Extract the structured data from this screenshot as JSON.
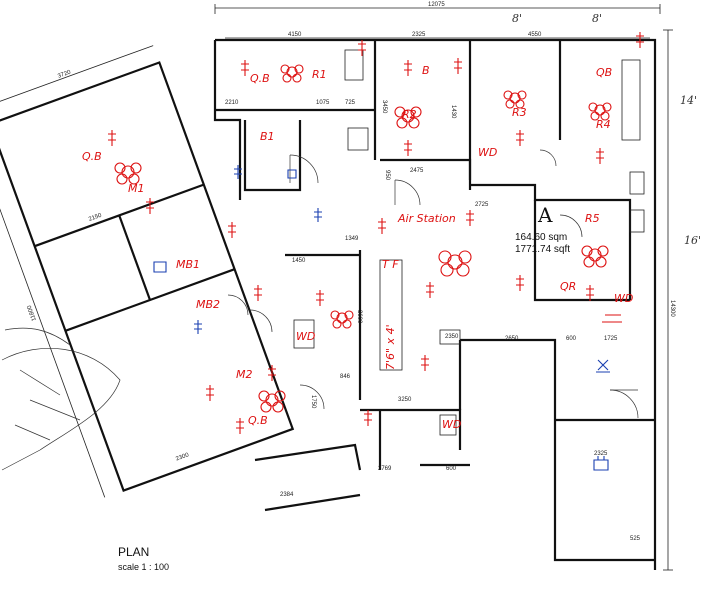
{
  "plan": {
    "title": "PLAN",
    "scale": "scale 1 : 100",
    "unit_id": "A",
    "area_sqm": "164.60 sqm",
    "area_sqft": "1771.74 sqft"
  },
  "dimensions": {
    "overall_width": "12075",
    "overall_height": "14300",
    "top_4150": "4150",
    "top_2325": "2325",
    "top_4550": "4550",
    "r1_2210": "2210",
    "r1_1075": "1075",
    "r1_725": "725",
    "r2_3450": "3450",
    "r2_1430": "1430",
    "b1_2475": "2475",
    "b1_950": "950",
    "m1_2725": "2725",
    "m1_2150": "2150",
    "mid_1349": "1349",
    "mid_1450": "1450",
    "mid_3600": "3600",
    "mid_2350": "2350",
    "mid_2650": "2650",
    "mid_3250": "3250",
    "bot_2769": "2769",
    "bot_2384": "2384",
    "bot_600": "600",
    "right_1725": "1725",
    "right_2325": "2325",
    "right_525": "525",
    "right_600": "600",
    "left_3720": "3720",
    "left_11800": "11800",
    "m2_2300": "2300",
    "m2_1750": "1750",
    "m2_846": "846"
  },
  "annotations": {
    "r1": "R1",
    "qb1": "Q.B",
    "b1": "B1",
    "r2": "R2",
    "b2": "B",
    "r3": "R3",
    "qb3": "QB",
    "r4": "R4",
    "wd1": "WD",
    "r5": "R5",
    "qr": "QR",
    "wd2": "WD",
    "qb_m1": "Q.B",
    "m1": "M1",
    "mb1": "MB1",
    "mb2": "MB2",
    "m2": "M2",
    "qb_m2": "Q.B",
    "wd_m2": "WD",
    "wd_corridor": "WD",
    "air_stations": "Air Station",
    "tf": "T F",
    "corridor_note": "7'6\" x 4'",
    "pencil_8ft": "8'",
    "pencil_8ft_2": "8'",
    "pencil_14ft": "14'",
    "pencil_16ft": "16'"
  },
  "colors": {
    "ink": "#111111",
    "redline": "#dd1111",
    "blueline": "#1a3fb0"
  }
}
